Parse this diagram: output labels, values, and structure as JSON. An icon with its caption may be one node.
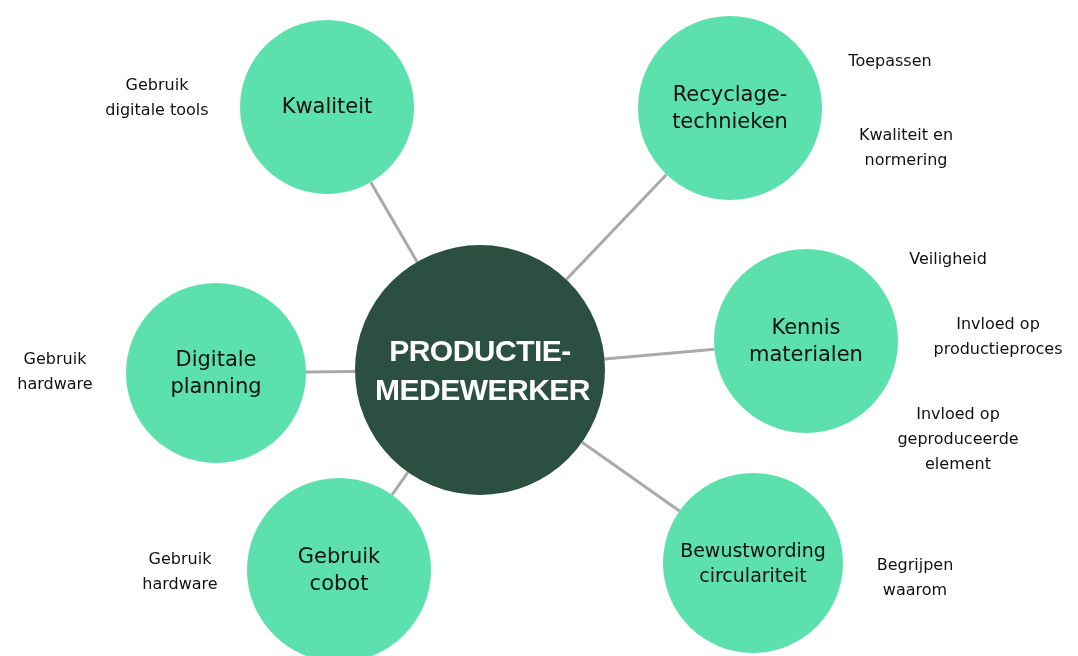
{
  "diagram": {
    "nodes": [
      {
        "text": [
          "PRODUCTIE- MEDEWERKER"
        ]
      },
      {
        "text": [
          "Kwaliteit"
        ],
        "beside": [
          "Gebruik digitale tools"
        ]
      },
      {
        "text": [
          "Recyclage- technieken"
        ],
        "beside": [
          "Toepassen",
          "Kwaliteit en normering"
        ]
      },
      {
        "text": [
          "Digitale planning"
        ],
        "beside": [
          "Gebruik hardware"
        ]
      },
      {
        "text": [
          "Kennis materialen"
        ],
        "beside": [
          "Veiligheid",
          "Invloed op productieproces",
          "Invloed op geproduceerde element"
        ]
      },
      {
        "text": [
          "Gebruik cobot"
        ],
        "beside": [
          "Gebruik hardware"
        ]
      },
      {
        "text": [
          "Bewustwording circulariteit"
        ],
        "beside": [
          "Begrijpen waarom"
        ]
      }
    ],
    "edges": [
      {
        "from": 1,
        "to": 0,
        "arrow": "none"
      },
      {
        "from": 2,
        "to": 0,
        "arrow": "none"
      },
      {
        "from": 3,
        "to": 0,
        "arrow": "none"
      },
      {
        "from": 4,
        "to": 0,
        "arrow": "none"
      },
      {
        "from": 5,
        "to": 0,
        "arrow": "none"
      },
      {
        "from": 6,
        "to": 0,
        "arrow": "none"
      }
    ]
  }
}
